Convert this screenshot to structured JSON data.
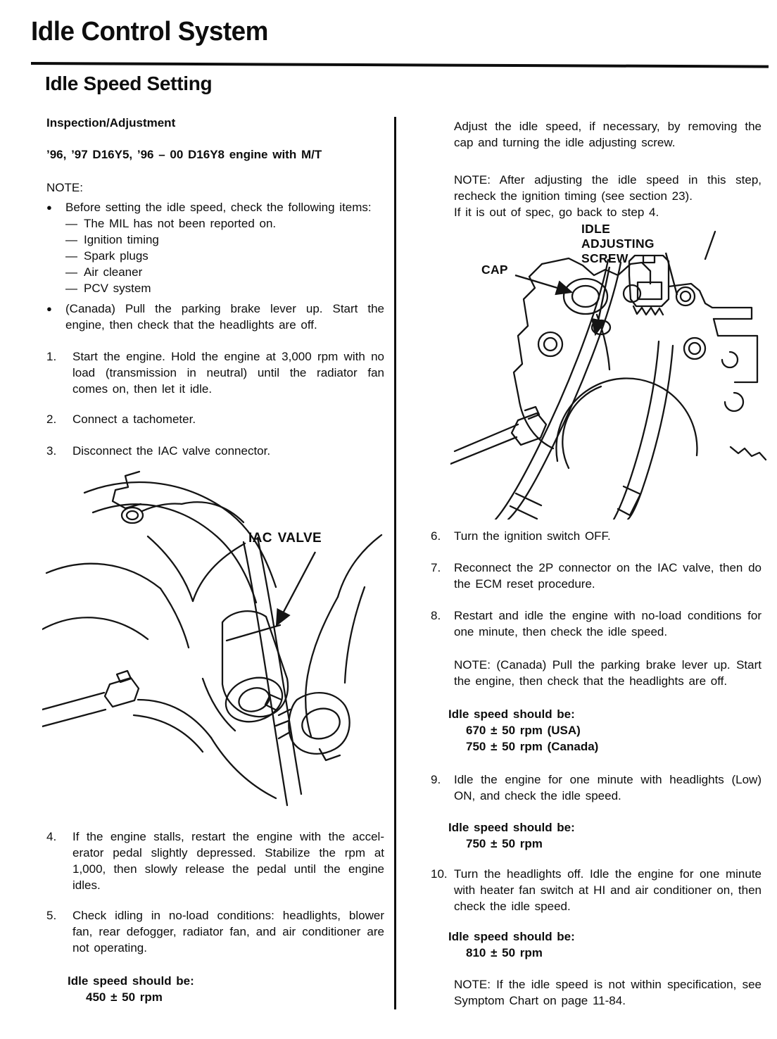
{
  "glyphs": {
    "bullet": "●",
    "dash": "—"
  },
  "page": {
    "title": "Idle Control System",
    "section": "Idle Speed Setting"
  },
  "left": {
    "heading": "Inspection/Adjustment",
    "engine_spec": "’96, ’97 D16Y5, ’96 – 00 D16Y8 engine with M/T",
    "note_label": "NOTE:",
    "bullet_1": "Before setting the idle speed, check the following items:",
    "checklist": [
      "The MIL has not been reported on.",
      "Ignition timing",
      "Spark plugs",
      "Air cleaner",
      "PCV system"
    ],
    "bullet_2": "(Canada) Pull the parking brake lever up. Start the engine, then check that the headlights are off.",
    "steps": [
      {
        "num": "1.",
        "text": "Start the engine. Hold the engine at 3,000 rpm with no load (transmission in neutral) until the radiator fan comes on, then let it idle."
      },
      {
        "num": "2.",
        "text": "Connect a tachometer."
      },
      {
        "num": "3.",
        "text": "Disconnect the IAC valve connector."
      }
    ],
    "figure_label": "IAC VALVE",
    "steps_after": [
      {
        "num": "4.",
        "text": "If the engine stalls, restart the engine with the accel­erator pedal slightly depressed. Stabilize the rpm at 1,000, then slowly release the pedal until the engine idles."
      },
      {
        "num": "5.",
        "text": "Check idling in no-load conditions: headlights, blower fan, rear defogger, radiator fan, and air conditioner are not operating."
      }
    ],
    "idle_speed": {
      "heading": "Idle speed should be:",
      "value": "450 ± 50 rpm"
    }
  },
  "right": {
    "intro": "Adjust the idle speed, if necessary, by removing the cap and turning the idle adjusting screw.",
    "note_adjust": "NOTE: After adjusting the idle speed in this step, recheck the ignition timing (see section 23).",
    "note_adjust_line2": "If it is out of spec, go back to step 4.",
    "figure_labels": {
      "screw_line1": "IDLE",
      "screw_line2": "ADJUSTING",
      "screw_line3": "SCREW",
      "cap": "CAP"
    },
    "steps": [
      {
        "num": "6.",
        "text": "Turn the ignition switch OFF."
      },
      {
        "num": "7.",
        "text": "Reconnect the 2P connector on the IAC valve, then do the ECM reset procedure."
      },
      {
        "num": "8.",
        "text": "Restart and idle the engine with no-load conditions for one minute, then check the idle speed."
      }
    ],
    "note_canada": "NOTE: (Canada) Pull the parking brake lever up. Start the engine, then check that the headlights are off.",
    "idle_speed_8": {
      "heading": "Idle speed should be:",
      "value_usa": "670 ± 50 rpm (USA)",
      "value_canada": "750 ± 50 rpm (Canada)"
    },
    "step_9": {
      "num": "9.",
      "text": "Idle the engine for one minute with headlights (Low) ON, and check the idle speed."
    },
    "idle_speed_9": {
      "heading": "Idle speed should be:",
      "value": "750 ± 50 rpm"
    },
    "step_10": {
      "num": "10.",
      "text": "Turn the headlights off. Idle the engine for one minute with heater fan switch at HI and air conditioner on, then check the idle speed."
    },
    "idle_speed_10": {
      "heading": "Idle speed should be:",
      "value": "810 ± 50 rpm"
    },
    "note_symptom": "NOTE: If the idle speed is not within specification, see Symptom Chart on page 11-84."
  }
}
